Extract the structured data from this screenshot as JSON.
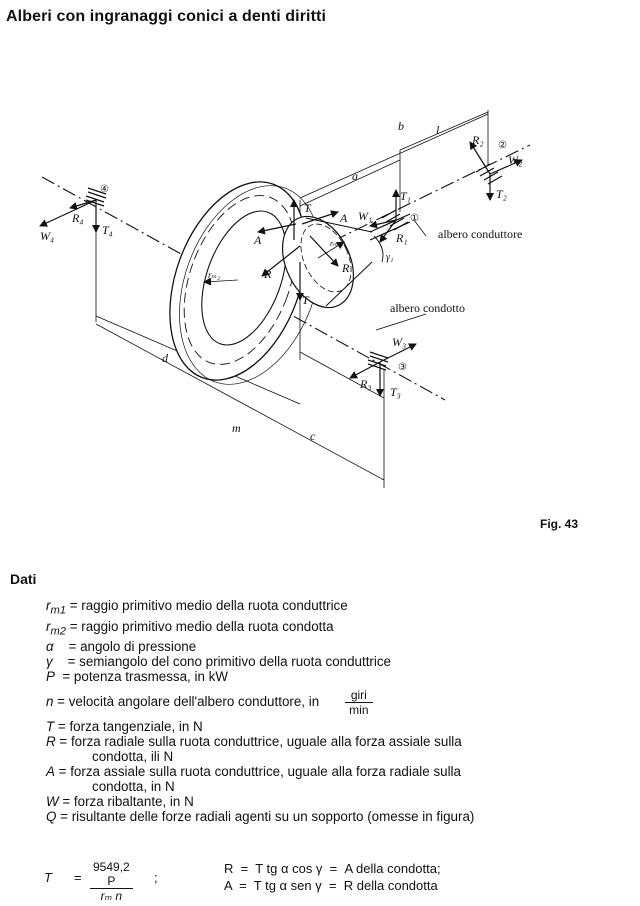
{
  "page": {
    "title": "Alberi con ingranaggi conici a denti diritti",
    "fig_caption": "Fig. 43"
  },
  "figure": {
    "labels": {
      "b": "b",
      "l": "l",
      "a": "a",
      "d": "d",
      "m": "m",
      "c": "c",
      "R2": "R₂",
      "W2": "W₂",
      "T2": "T₂",
      "T1": "T₁",
      "W1": "W₁",
      "R1": "R₁",
      "R4": "R₄",
      "W4": "W₄",
      "T4": "T₄",
      "R3": "R₃",
      "W3": "W₃",
      "T3": "T₃",
      "T_top": "T",
      "T_bottom": "T",
      "A_left": "A",
      "A_right": "A",
      "R_center": "R",
      "R_right": "R",
      "rm2": "rₘ₂",
      "rm1": "rₘ₁",
      "gamma1": "γ₁",
      "n1": "①",
      "n2": "②",
      "n3": "③",
      "n4": "④",
      "albero_conduttore": "albero conduttore",
      "albero_condotto": "albero condotto"
    }
  },
  "dati": {
    "title": "Dati",
    "items": [
      {
        "sym": "r",
        "sub": "m1",
        "eq": " = ",
        "text": "raggio primitivo medio della ruota conduttrice"
      },
      {
        "sym": "r",
        "sub": "m2",
        "eq": " = ",
        "text": "raggio primitivo medio della ruota condotta"
      },
      {
        "sym": "α",
        "sub": "",
        "eq": "    = ",
        "text": "angolo di pressione"
      },
      {
        "sym": "γ",
        "sub": "",
        "eq": "    = ",
        "text": "semiangolo del cono primitivo della ruota conduttrice"
      },
      {
        "sym": "P",
        "sub": "",
        "eq": "  = ",
        "text": "potenza trasmessa, in kW"
      },
      {
        "sym": "n",
        "sub": "",
        "eq": " = ",
        "text": "velocità angolare dell'albero conduttore, in",
        "frac_num": "giri",
        "frac_den": "min"
      },
      {
        "sym": "T",
        "sub": "",
        "eq": " = ",
        "text": "forza tangenziale, in N"
      },
      {
        "sym": "R",
        "sub": "",
        "eq": " = ",
        "text": "forza radiale sulla ruota conduttrice, uguale alla forza assiale sulla",
        "cont": "condotta, ili N"
      },
      {
        "sym": "A",
        "sub": "",
        "eq": " = ",
        "text": "forza assiale sulla ruota conduttrice, uguale alla forza radiale sulla",
        "cont": "condotta, in N"
      },
      {
        "sym": "W",
        "sub": "",
        "eq": " = ",
        "text": "forza ribaltante, in N"
      },
      {
        "sym": "Q",
        "sub": "",
        "eq": " = ",
        "text": "risultante delle forze radiali agenti su un sopporto (omesse in figura)"
      }
    ]
  },
  "formulas": {
    "T_sym": "T",
    "T_eq": "=",
    "T_num": "9549,2 P",
    "T_den": "rₘ n",
    "semi": ";",
    "line1": "R  =  T tg α cos γ  =  A della condotta;",
    "line2": "A  =  T tg α sen γ  =  R della condotta"
  }
}
